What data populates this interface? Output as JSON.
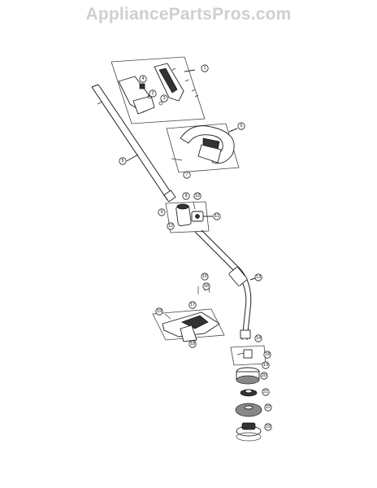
{
  "header": {
    "watermark": "AppliancePartsPros.com"
  },
  "callouts": [
    "1",
    "2",
    "3",
    "4",
    "5",
    "6",
    "7",
    "8",
    "9",
    "10",
    "11",
    "12",
    "13",
    "14",
    "15",
    "16",
    "17",
    "18",
    "19",
    "20",
    "21",
    "22",
    "23"
  ]
}
